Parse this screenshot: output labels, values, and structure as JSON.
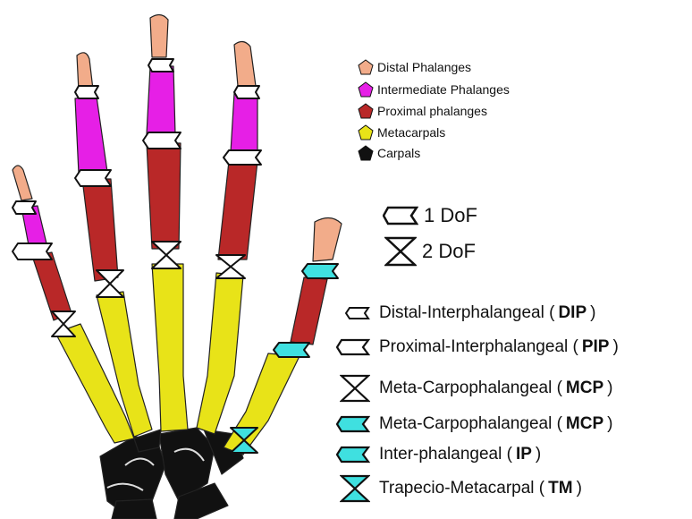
{
  "colors": {
    "distal": "#f2ac8a",
    "intermediate": "#e61fe6",
    "proximal": "#b92828",
    "metacarpal": "#e8e318",
    "carpal": "#111111",
    "joint_white": "#ffffff",
    "joint_cyan": "#3fe0e0",
    "outline": "#111111"
  },
  "bone_legend": [
    {
      "label": "Distal Phalanges",
      "color_key": "distal"
    },
    {
      "label": "Intermediate Phalanges",
      "color_key": "intermediate"
    },
    {
      "label": "Proximal phalanges",
      "color_key": "proximal"
    },
    {
      "label": "Metacarpals",
      "color_key": "metacarpal"
    },
    {
      "label": "Carpals",
      "color_key": "carpal"
    }
  ],
  "dof_legend": [
    {
      "label": "1 DoF",
      "icon": "flag-joint-icon"
    },
    {
      "label": "2 DoF",
      "icon": "hourglass-joint-icon"
    }
  ],
  "joint_legend": [
    {
      "prefix": "Distal-Interphalangeal (",
      "abbr": "DIP",
      "suffix": ")",
      "icon": "small-flag-icon",
      "fill": "white"
    },
    {
      "prefix": "Proximal-Interphalangeal (",
      "abbr": "PIP",
      "suffix": ")",
      "icon": "flag-icon",
      "fill": "white"
    },
    {
      "prefix": "Meta-Carpophalangeal (",
      "abbr": "MCP",
      "suffix": ")",
      "icon": "hourglass-icon",
      "fill": "white"
    },
    {
      "prefix": "Meta-Carpophalangeal (",
      "abbr": "MCP",
      "suffix": ")",
      "icon": "flag-icon",
      "fill": "cyan"
    },
    {
      "prefix": "Inter-phalangeal (",
      "abbr": "IP",
      "suffix": ")",
      "icon": "flag-icon",
      "fill": "cyan"
    },
    {
      "prefix": "Trapecio-Metacarpal (",
      "abbr": "TM",
      "suffix": ")",
      "icon": "hourglass-icon",
      "fill": "cyan"
    }
  ]
}
